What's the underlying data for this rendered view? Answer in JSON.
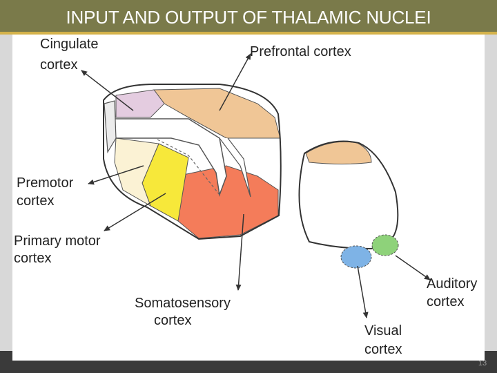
{
  "slide": {
    "title": "INPUT AND OUTPUT OF THALAMIC NUCLEI",
    "page_number": "13"
  },
  "diagram": {
    "labels": {
      "cingulate_line1": "Cingulate",
      "cingulate_line2": "cortex",
      "prefrontal": "Prefrontal cortex",
      "premotor_line1": "Premotor",
      "premotor_line2": "cortex",
      "primary_motor_line1": "Primary motor",
      "primary_motor_line2": "cortex",
      "somatosensory_line1": "Somatosensory",
      "somatosensory_line2": "cortex",
      "visual_line1": "Visual",
      "visual_line2": "cortex",
      "auditory_line1": "Auditory",
      "auditory_line2": "cortex"
    },
    "colors": {
      "cingulate": "#e4cce0",
      "prefrontal": "#f0c696",
      "premotor": "#fbf2d4",
      "primary_motor": "#f7e83a",
      "somatosensory": "#f47c5a",
      "visual": "#7eb3e6",
      "auditory": "#8ed27a",
      "title_bar": "#7a7a4a",
      "accent_line": "#d4b24a"
    }
  }
}
